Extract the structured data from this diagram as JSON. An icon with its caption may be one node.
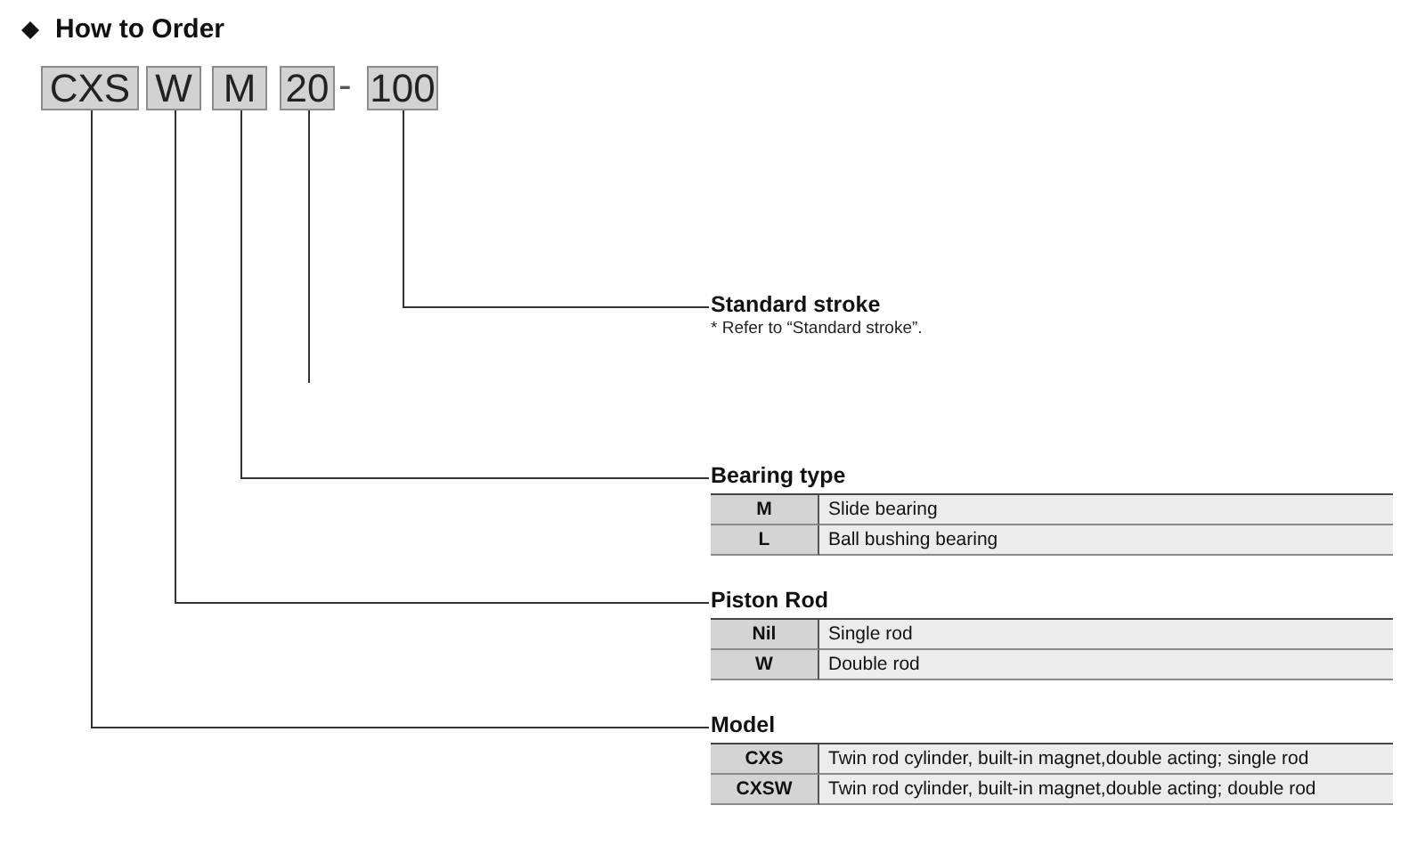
{
  "diagram": {
    "title": "How to Order",
    "nodes": [
      {
        "text": [
          "CXS"
        ]
      },
      {
        "text": [
          "W"
        ]
      },
      {
        "text": [
          "M"
        ]
      },
      {
        "text": [
          "20"
        ]
      },
      {
        "text": [
          "100"
        ]
      },
      {
        "text": [
          "Standard stroke",
          "* Refer to “Standard stroke”."
        ]
      },
      {
        "text": [
          "Bearing type"
        ]
      },
      {
        "text": [
          "Piston Rod"
        ]
      },
      {
        "text": [
          "Model"
        ]
      }
    ],
    "edges": [
      {
        "from": 4,
        "to": 5,
        "arrow": "none"
      },
      {
        "from": 3,
        "to": null,
        "arrow": "none"
      },
      {
        "from": 2,
        "to": 6,
        "arrow": "none"
      },
      {
        "from": 1,
        "to": 7,
        "arrow": "none"
      },
      {
        "from": 0,
        "to": 8,
        "arrow": "none"
      }
    ],
    "labels": [
      "-",
      "M",
      "Slide bearing",
      "L",
      "Ball bushing bearing",
      "Nil",
      "Single rod",
      "W",
      "Double rod",
      "CXS",
      "Twin rod cylinder, built-in magnet,double acting; single rod",
      "CXSW",
      "Twin rod cylinder, built-in magnet,double acting; double rod"
    ]
  }
}
